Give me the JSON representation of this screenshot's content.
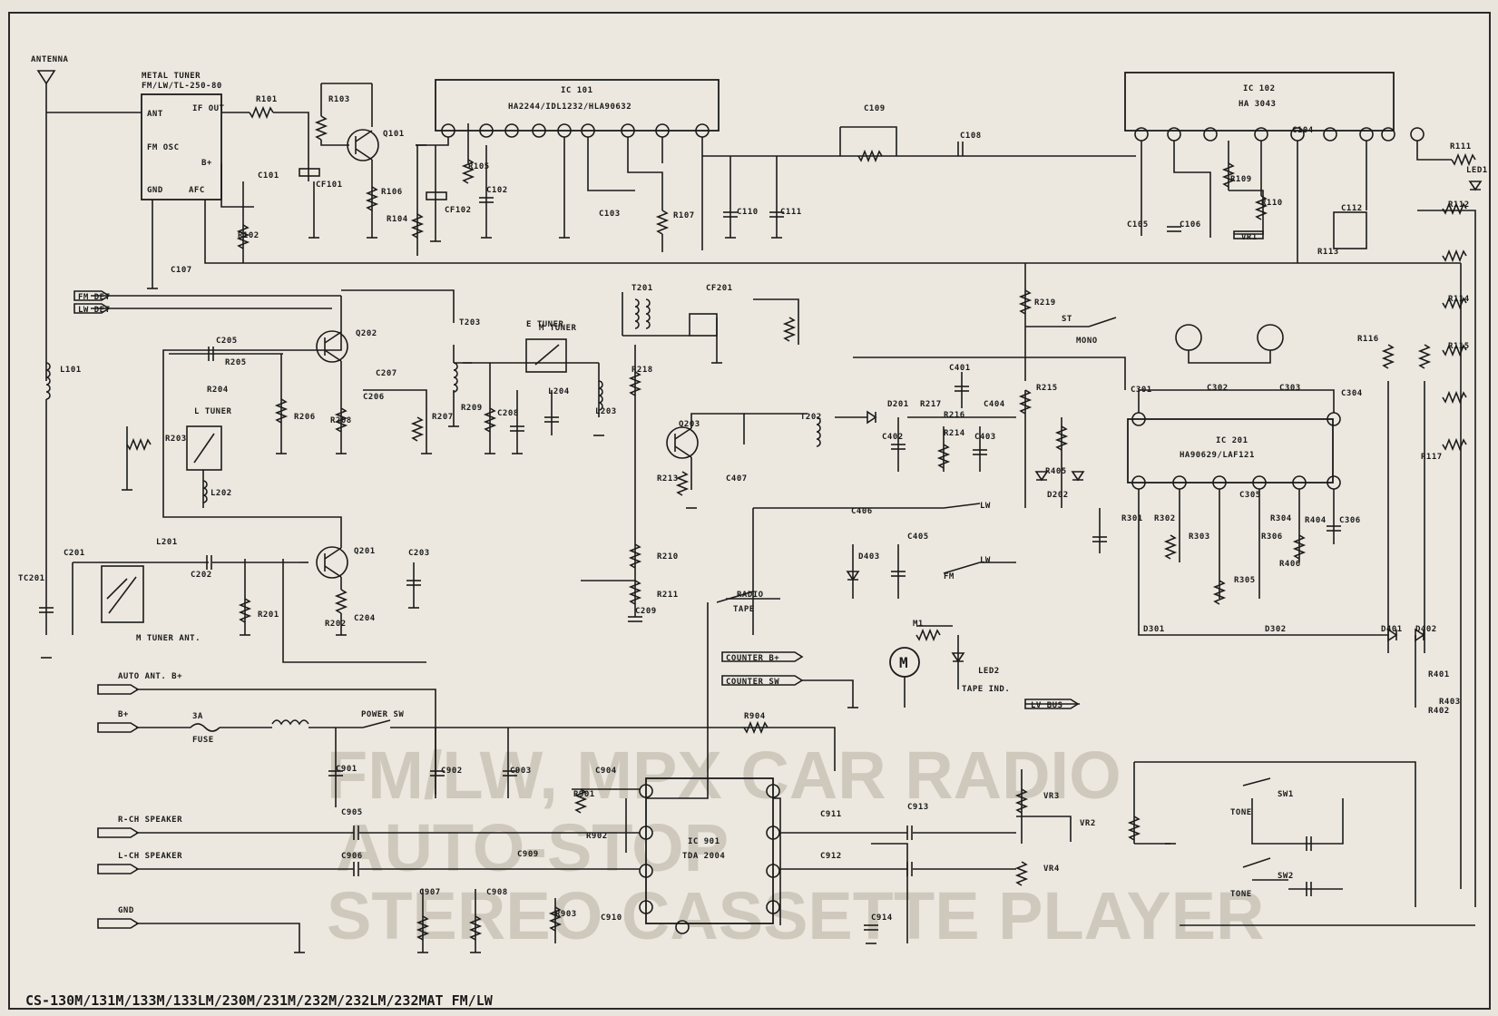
{
  "model_line": "CS-130M/131M/133M/133LM/230M/231M/232M/232LM/232MAT FM/LW",
  "watermark": [
    "FM/LW, MPX  CAR RADIO",
    "AUTO-STOP",
    "STEREO CASSETTE  PLAYER"
  ],
  "ics": [
    {
      "ref": "IC 101",
      "part": "HA2244/IDL1232/HLA90632"
    },
    {
      "ref": "IC 102",
      "part": "HA 3043"
    },
    {
      "ref": "IC 201",
      "part": "HA90629/LAF121"
    },
    {
      "ref": "IC 901",
      "part": "TDA 2004"
    }
  ],
  "connectors": [
    {
      "id": "antenna",
      "label": "ANTENNA"
    },
    {
      "id": "auto-ant",
      "label": "AUTO ANT. B+"
    },
    {
      "id": "bplus",
      "label": "B+"
    },
    {
      "id": "r-spk",
      "label": "R-CH SPEAKER"
    },
    {
      "id": "l-spk",
      "label": "L-CH SPEAKER"
    },
    {
      "id": "gnd",
      "label": "GND"
    },
    {
      "id": "fm-det",
      "label": "FM DET"
    },
    {
      "id": "lw-det",
      "label": "LW DET"
    },
    {
      "id": "counter1",
      "label": "COUNTER B+"
    },
    {
      "id": "counter2",
      "label": "COUNTER SW"
    },
    {
      "id": "lv-bus",
      "label": "LV BUS"
    }
  ],
  "labels": [
    {
      "id": "tuner-hdr",
      "text": "METAL TUNER"
    },
    {
      "id": "tuner-part",
      "text": "FM/LW/TL-250-80"
    },
    {
      "id": "tuner-ant",
      "text": "ANT"
    },
    {
      "id": "tuner-if",
      "text": "IF OUT"
    },
    {
      "id": "tuner-fmosc",
      "text": "FM OSC"
    },
    {
      "id": "tuner-b",
      "text": "B+"
    },
    {
      "id": "tuner-gnd",
      "text": "GND"
    },
    {
      "id": "tuner-afc",
      "text": "AFC"
    },
    {
      "id": "st",
      "text": "ST"
    },
    {
      "id": "mono",
      "text": "MONO"
    },
    {
      "id": "lw1",
      "text": "LW"
    },
    {
      "id": "lw2",
      "text": "LW"
    },
    {
      "id": "fm",
      "text": "FM"
    },
    {
      "id": "radio",
      "text": "RADIO"
    },
    {
      "id": "tape",
      "text": "TAPE"
    },
    {
      "id": "fuse",
      "text": "FUSE"
    },
    {
      "id": "fuse-val",
      "text": "3A"
    },
    {
      "id": "power",
      "text": "POWER SW"
    },
    {
      "id": "tone1",
      "text": "TONE"
    },
    {
      "id": "tone2",
      "text": "TONE"
    },
    {
      "id": "vol",
      "text": "VR2"
    },
    {
      "id": "tape-ind",
      "text": "TAPE IND."
    },
    {
      "id": "tuner2",
      "text": "L TUNER"
    },
    {
      "id": "tuner3",
      "text": "M TUNER"
    },
    {
      "id": "tuner4",
      "text": "E TUNER"
    },
    {
      "id": "tuner-ant2",
      "text": "M TUNER ANT."
    },
    {
      "id": "r-101",
      "text": "R101"
    },
    {
      "id": "r-102",
      "text": "R102"
    },
    {
      "id": "r-103",
      "text": "R103"
    },
    {
      "id": "r-104",
      "text": "R104"
    },
    {
      "id": "r-105",
      "text": "R105"
    },
    {
      "id": "r-106",
      "text": "R106"
    },
    {
      "id": "r-107",
      "text": "R107"
    },
    {
      "id": "r-109",
      "text": "R109"
    },
    {
      "id": "r-110",
      "text": "R110"
    },
    {
      "id": "r-111",
      "text": "R111"
    },
    {
      "id": "r-112",
      "text": "R112"
    },
    {
      "id": "r-113",
      "text": "R113"
    },
    {
      "id": "r-114",
      "text": "R114"
    },
    {
      "id": "r-115",
      "text": "R115"
    },
    {
      "id": "r-116",
      "text": "R116"
    },
    {
      "id": "r-117",
      "text": "R117"
    },
    {
      "id": "r-201",
      "text": "R201"
    },
    {
      "id": "r-202",
      "text": "R202"
    },
    {
      "id": "r-203",
      "text": "R203"
    },
    {
      "id": "r-204",
      "text": "R204"
    },
    {
      "id": "r-205",
      "text": "R205"
    },
    {
      "id": "r-206",
      "text": "R206"
    },
    {
      "id": "r-207",
      "text": "R207"
    },
    {
      "id": "r-208",
      "text": "R208"
    },
    {
      "id": "r-209",
      "text": "R209"
    },
    {
      "id": "r-210",
      "text": "R210"
    },
    {
      "id": "r-211",
      "text": "R211"
    },
    {
      "id": "r-213",
      "text": "R213"
    },
    {
      "id": "r-214",
      "text": "R214"
    },
    {
      "id": "r-215",
      "text": "R215"
    },
    {
      "id": "r-216",
      "text": "R216"
    },
    {
      "id": "r-217",
      "text": "R217"
    },
    {
      "id": "r-218",
      "text": "R218"
    },
    {
      "id": "r-219",
      "text": "R219"
    },
    {
      "id": "r-301",
      "text": "R301"
    },
    {
      "id": "r-302",
      "text": "R302"
    },
    {
      "id": "r-303",
      "text": "R303"
    },
    {
      "id": "r-304",
      "text": "R304"
    },
    {
      "id": "r-305",
      "text": "R305"
    },
    {
      "id": "r-306",
      "text": "R306"
    },
    {
      "id": "r-401",
      "text": "R401"
    },
    {
      "id": "r-402",
      "text": "R402"
    },
    {
      "id": "r-403",
      "text": "R403"
    },
    {
      "id": "r-404",
      "text": "R404"
    },
    {
      "id": "r-405",
      "text": "R405"
    },
    {
      "id": "r-406",
      "text": "R406"
    },
    {
      "id": "r-901",
      "text": "R901"
    },
    {
      "id": "r-902",
      "text": "R902"
    },
    {
      "id": "r-903",
      "text": "R903"
    },
    {
      "id": "r-904",
      "text": "R904"
    },
    {
      "id": "c-101",
      "text": "C101"
    },
    {
      "id": "c-102",
      "text": "C102"
    },
    {
      "id": "c-103",
      "text": "C103"
    },
    {
      "id": "c-104",
      "text": "C104"
    },
    {
      "id": "c-105",
      "text": "C105"
    },
    {
      "id": "c-106",
      "text": "C106"
    },
    {
      "id": "c-107",
      "text": "C107"
    },
    {
      "id": "c-108",
      "text": "C108"
    },
    {
      "id": "c-109",
      "text": "C109"
    },
    {
      "id": "c-110",
      "text": "C110"
    },
    {
      "id": "c-111",
      "text": "C111"
    },
    {
      "id": "c-112",
      "text": "C112"
    },
    {
      "id": "c-201",
      "text": "C201"
    },
    {
      "id": "c-202",
      "text": "C202"
    },
    {
      "id": "c-203",
      "text": "C203"
    },
    {
      "id": "c-204",
      "text": "C204"
    },
    {
      "id": "c-205",
      "text": "C205"
    },
    {
      "id": "c-206",
      "text": "C206"
    },
    {
      "id": "c-207",
      "text": "C207"
    },
    {
      "id": "c-208",
      "text": "C208"
    },
    {
      "id": "c-209",
      "text": "C209"
    },
    {
      "id": "c-301",
      "text": "C301"
    },
    {
      "id": "c-302",
      "text": "C302"
    },
    {
      "id": "c-303",
      "text": "C303"
    },
    {
      "id": "c-304",
      "text": "C304"
    },
    {
      "id": "c-305",
      "text": "C305"
    },
    {
      "id": "c-306",
      "text": "C306"
    },
    {
      "id": "c-401",
      "text": "C401"
    },
    {
      "id": "c-402",
      "text": "C402"
    },
    {
      "id": "c-403",
      "text": "C403"
    },
    {
      "id": "c-404",
      "text": "C404"
    },
    {
      "id": "c-405",
      "text": "C405"
    },
    {
      "id": "c-406",
      "text": "C406"
    },
    {
      "id": "c-407",
      "text": "C407"
    },
    {
      "id": "c-901",
      "text": "C901"
    },
    {
      "id": "c-902",
      "text": "C902"
    },
    {
      "id": "c-903",
      "text": "C903"
    },
    {
      "id": "c-904",
      "text": "C904"
    },
    {
      "id": "c-905",
      "text": "C905"
    },
    {
      "id": "c-906",
      "text": "C906"
    },
    {
      "id": "c-907",
      "text": "C907"
    },
    {
      "id": "c-908",
      "text": "C908"
    },
    {
      "id": "c-909",
      "text": "C909"
    },
    {
      "id": "c-910",
      "text": "C910"
    },
    {
      "id": "c-911",
      "text": "C911"
    },
    {
      "id": "c-912",
      "text": "C912"
    },
    {
      "id": "c-913",
      "text": "C913"
    },
    {
      "id": "c-914",
      "text": "C914"
    },
    {
      "id": "q-101",
      "text": "Q101"
    },
    {
      "id": "q-201",
      "text": "Q201"
    },
    {
      "id": "q-202",
      "text": "Q202"
    },
    {
      "id": "q-203",
      "text": "Q203"
    },
    {
      "id": "l-101",
      "text": "L101"
    },
    {
      "id": "l-201",
      "text": "L201"
    },
    {
      "id": "l-202",
      "text": "L202"
    },
    {
      "id": "l-203",
      "text": "L203"
    },
    {
      "id": "l-204",
      "text": "L204"
    },
    {
      "id": "t-201",
      "text": "T201"
    },
    {
      "id": "t-202",
      "text": "T202"
    },
    {
      "id": "t-203",
      "text": "T203"
    },
    {
      "id": "d-201",
      "text": "D201"
    },
    {
      "id": "d-202",
      "text": "D202"
    },
    {
      "id": "d-301",
      "text": "D301"
    },
    {
      "id": "d-302",
      "text": "D302"
    },
    {
      "id": "d-401",
      "text": "D401"
    },
    {
      "id": "d-402",
      "text": "D402"
    },
    {
      "id": "d-403",
      "text": "D403"
    },
    {
      "id": "ld-1",
      "text": "LED1"
    },
    {
      "id": "ld-2",
      "text": "LED2"
    },
    {
      "id": "cf-101",
      "text": "CF101"
    },
    {
      "id": "cf-102",
      "text": "CF102"
    },
    {
      "id": "cf-201",
      "text": "CF201"
    },
    {
      "id": "vr-1",
      "text": "VR1"
    },
    {
      "id": "vr-3",
      "text": "VR3"
    },
    {
      "id": "vr-4",
      "text": "VR4"
    },
    {
      "id": "sw-1",
      "text": "SW1"
    },
    {
      "id": "sw-2",
      "text": "SW2"
    },
    {
      "id": "m-1",
      "text": "M1"
    },
    {
      "id": "tc-1",
      "text": "TC201"
    }
  ],
  "motor_symbol": "M"
}
